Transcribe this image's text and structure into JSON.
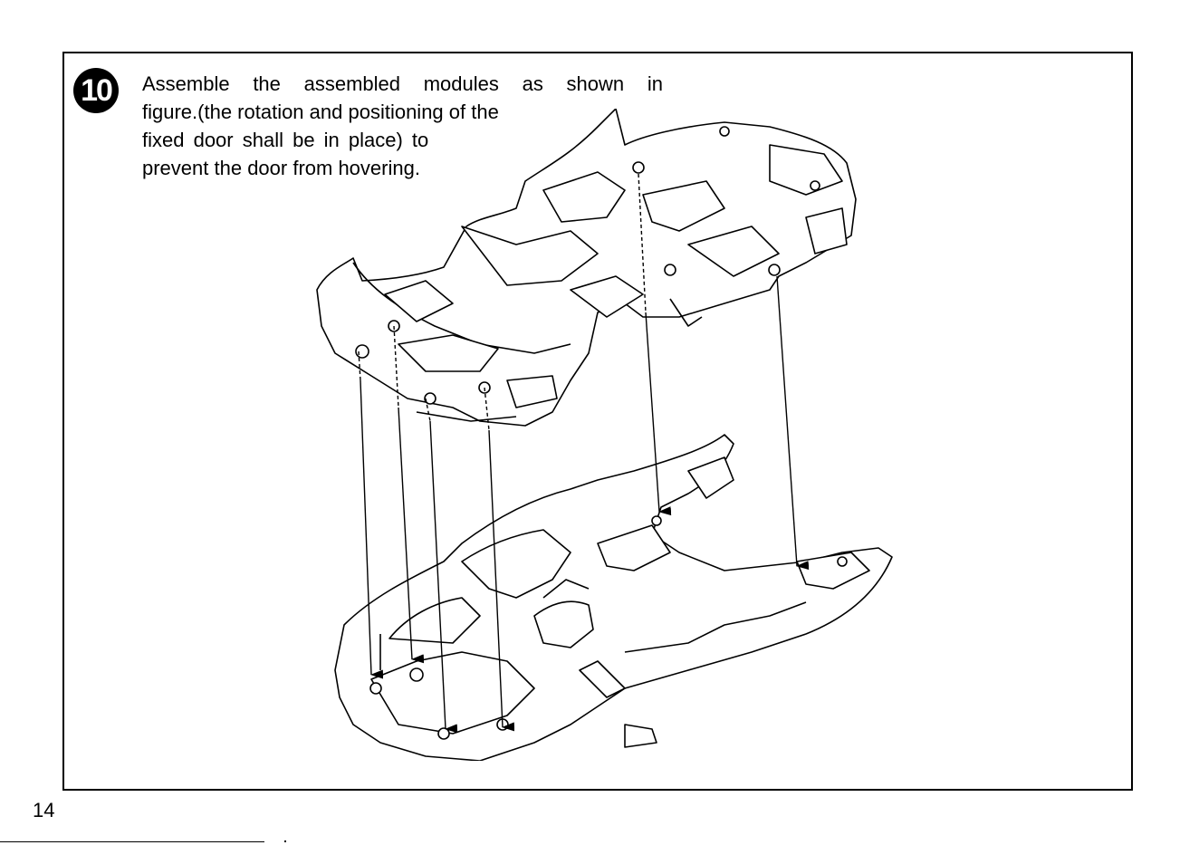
{
  "step": {
    "number": "10",
    "lines": [
      "Assemble the assembled modules as shown in",
      "figure.(the rotation and positioning of the",
      "fixed door shall be in place) to",
      "prevent the door from hovering."
    ]
  },
  "page": {
    "number": "14"
  }
}
